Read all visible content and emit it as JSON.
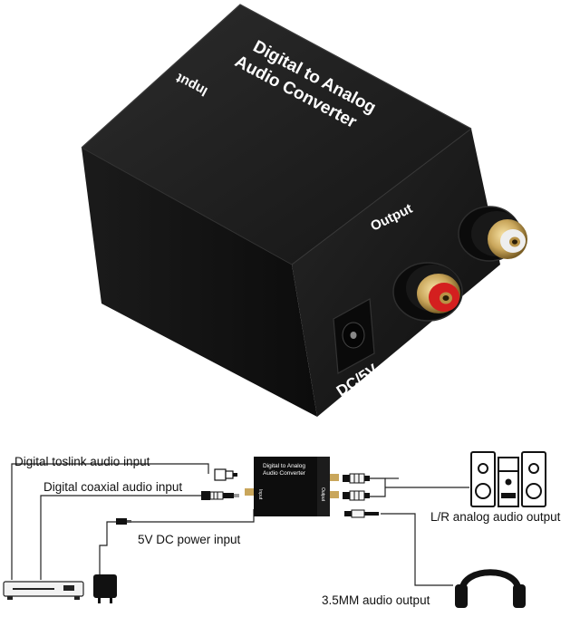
{
  "device": {
    "top_label_line1": "Digital  to Analog",
    "top_label_line2": "Audio Converter",
    "input_label": "Input",
    "output_label": "Output",
    "power_label": "DC/5V"
  },
  "diagram": {
    "toslink_label": "Digital toslink audio input",
    "coaxial_label": "Digital coaxial audio input",
    "power_label": "5V DC power input",
    "analog_label": "L/R analog audio output",
    "headphone_label": "3.5MM audio output",
    "mini_title_line1": "Digital  to Analog",
    "mini_title_line2": "Audio Converter",
    "mini_input": "Input",
    "mini_output": "Output"
  }
}
